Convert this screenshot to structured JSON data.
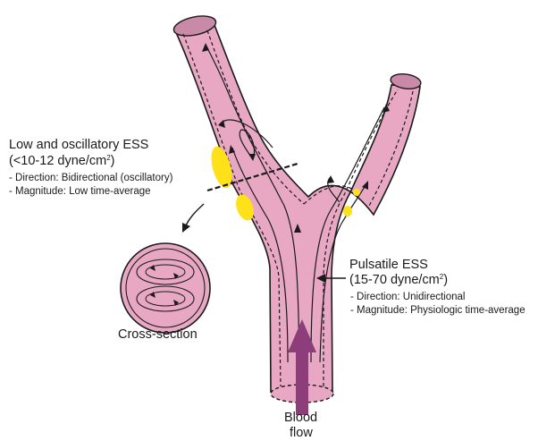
{
  "left_annotation": {
    "title": "Low and oscillatory ESS",
    "range_prefix": "(<10-12 dyne/cm",
    "range_sup": "2",
    "range_suffix": ")",
    "direction": "- Direction: Bidirectional (oscillatory)",
    "magnitude": "- Magnitude: Low time-average"
  },
  "right_annotation": {
    "title": "Pulsatile ESS",
    "range_prefix": "(15-70 dyne/cm",
    "range_sup": "2",
    "range_suffix": ")",
    "direction": "- Direction: Unidirectional",
    "magnitude": "- Magnitude: Physiologic time-average"
  },
  "cross_section_label": "Cross-section",
  "blood_flow_label": [
    "Blood",
    "flow"
  ],
  "colors": {
    "vessel_fill": "#e8a8c4",
    "vessel_outline": "#1a1a1a",
    "lumen_end": "#c98aa8",
    "plaque": "#ffe11a",
    "blood_arrow": "#8c3d7a"
  }
}
